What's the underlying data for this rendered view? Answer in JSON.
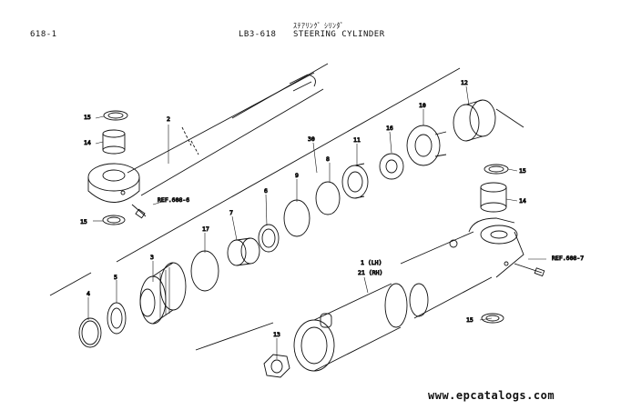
{
  "header": {
    "page_number": "618-1",
    "section_code": "LB3-618",
    "title_en": "STEERING CYLINDER",
    "title_jp": "ｽﾃｱﾘﾝｸﾞ ｼﾘﾝﾀﾞ"
  },
  "callouts": {
    "c1": "1 (LH)",
    "c21": "21 (RH)",
    "c2": "2",
    "c3": "3",
    "c4": "4",
    "c5": "5",
    "c6": "6",
    "c7": "7",
    "c8": "8",
    "c9": "9",
    "c10": "10",
    "c11": "11",
    "c12": "12",
    "c13": "13",
    "c14a": "14",
    "c14b": "14",
    "c15a": "15",
    "c15b": "15",
    "c15c": "15",
    "c15d": "15",
    "c16": "16",
    "c17": "17",
    "c30": "30"
  },
  "references": {
    "ref_left": "REF.608-6",
    "ref_right": "REF.608-7"
  },
  "watermark": "www.epcatalogs.com"
}
